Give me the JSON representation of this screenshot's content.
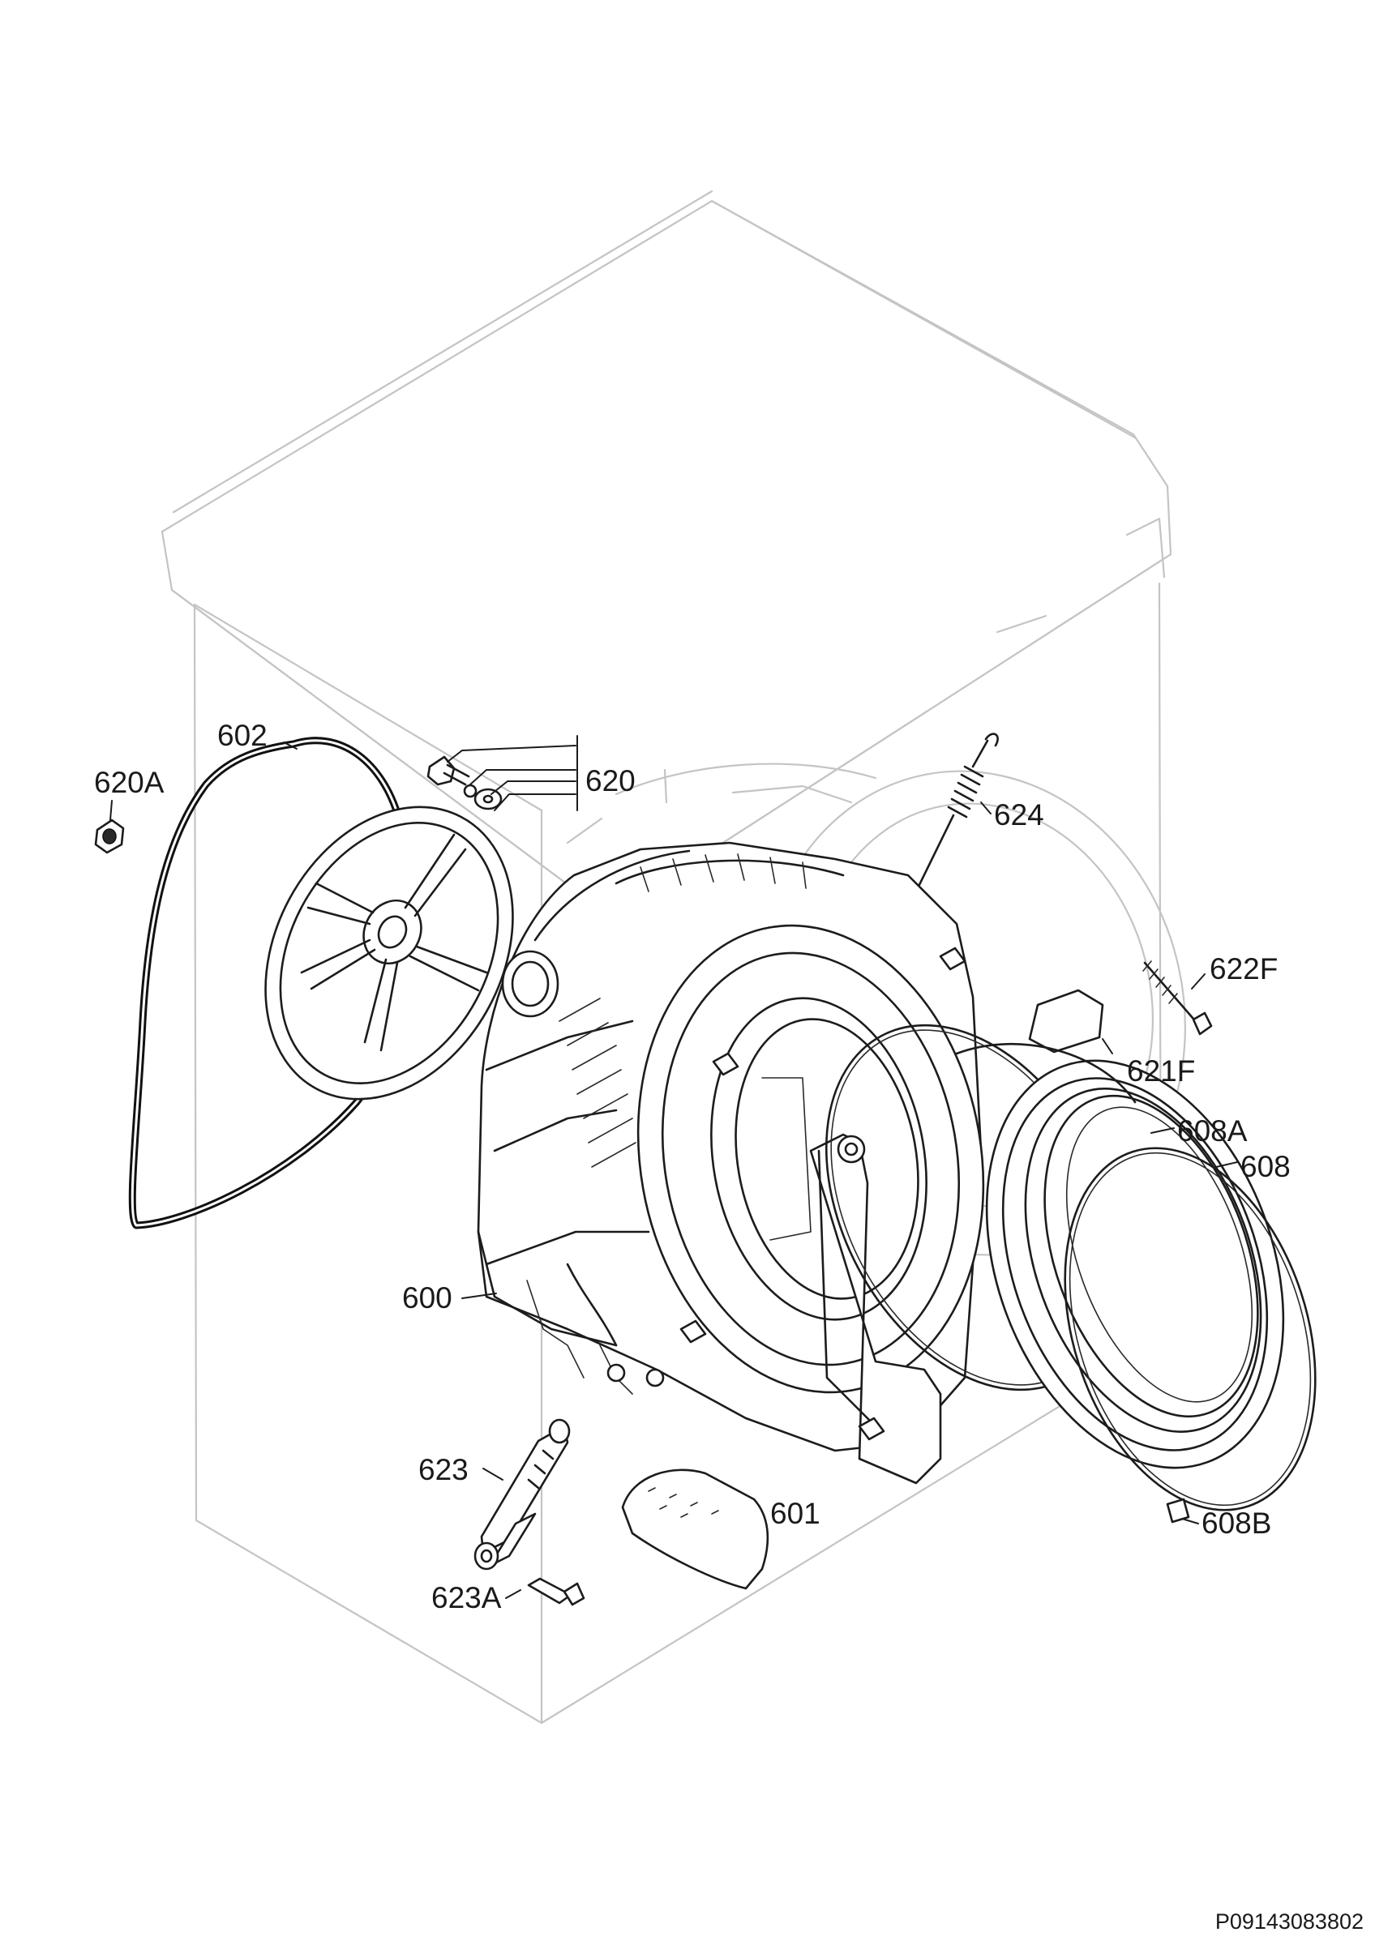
{
  "document_number": "P09143083802",
  "parts": {
    "p620a": "620A",
    "p602": "602",
    "p620": "620",
    "p624": "624",
    "p622f": "622F",
    "p621f": "621F",
    "p608a": "608A",
    "p608": "608",
    "p600": "600",
    "p623": "623",
    "p601": "601",
    "p623a": "623A",
    "p608b": "608B"
  }
}
